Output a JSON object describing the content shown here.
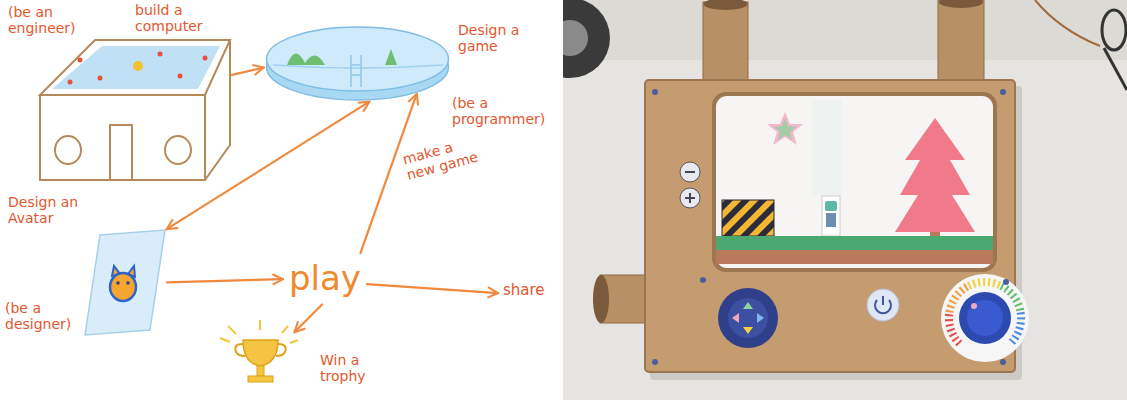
{
  "diagram": {
    "nodes": [
      {
        "text": [
          "(be an engineer)",
          "build a computer"
        ]
      },
      {
        "text": [
          "Design a game",
          "(be a programmer)"
        ]
      },
      {
        "text": [
          "Design an Avatar",
          "(be a designer)"
        ]
      },
      {
        "text": [
          "play"
        ]
      },
      {
        "text": [
          "share"
        ]
      },
      {
        "text": [
          "Win a trophy"
        ]
      }
    ],
    "edges": [
      {
        "from": 0,
        "to": 1,
        "arrow": "to"
      },
      {
        "from": 1,
        "to": 2,
        "arrow": "both"
      },
      {
        "from": 2,
        "to": 3,
        "arrow": "to"
      },
      {
        "from": 3,
        "to": 1,
        "arrow": "to",
        "label": "make a new game"
      },
      {
        "from": 3,
        "to": 4,
        "arrow": "to"
      },
      {
        "from": 3,
        "to": 5,
        "arrow": "to"
      }
    ]
  }
}
